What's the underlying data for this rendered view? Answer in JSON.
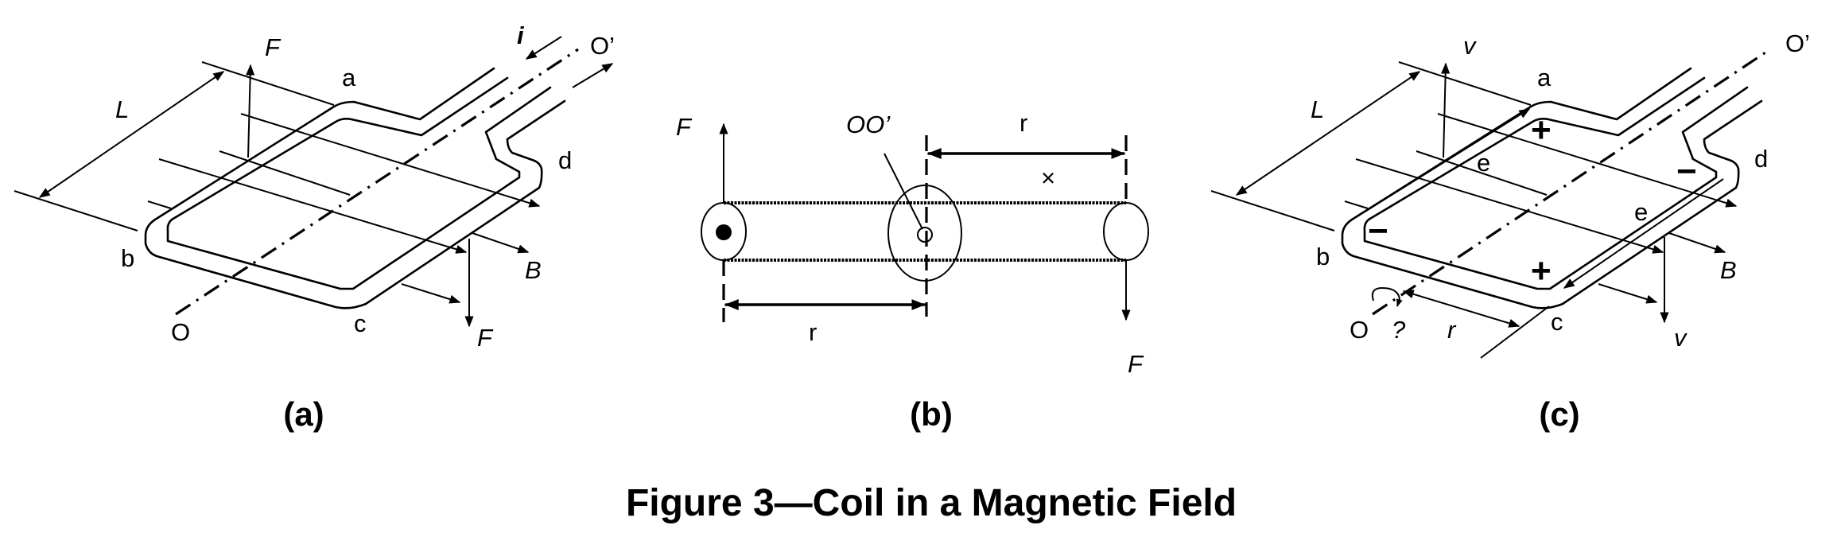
{
  "figure": {
    "title": "Figure 3—Coil in a Magnetic Field",
    "panels": [
      {
        "id": "a",
        "caption": "(a)",
        "labels": {
          "force_top": "F",
          "force_bottom": "F",
          "current": "i",
          "axis_start": "O",
          "axis_end": "O’",
          "length": "L",
          "side_a": "a",
          "side_b": "b",
          "side_c": "c",
          "side_d": "d",
          "field": "B"
        }
      },
      {
        "id": "b",
        "caption": "(b)",
        "labels": {
          "force_top": "F",
          "force_bottom": "F",
          "axis": "OO’",
          "radius_top": "r",
          "radius_bottom": "r",
          "cross_mark": "×"
        }
      },
      {
        "id": "c",
        "caption": "(c)",
        "labels": {
          "velocity_top": "v",
          "velocity_bottom": "v",
          "axis_start": "O",
          "axis_end": "O’",
          "rotation": "?",
          "radius": "r",
          "length": "L",
          "side_a": "a",
          "side_b": "b",
          "side_c": "c",
          "side_d": "d",
          "field": "B",
          "emf_top": "e",
          "emf_bottom": "e",
          "plus_top": "+",
          "plus_bottom": "+",
          "minus_left": "−",
          "minus_right": "−"
        }
      }
    ]
  }
}
